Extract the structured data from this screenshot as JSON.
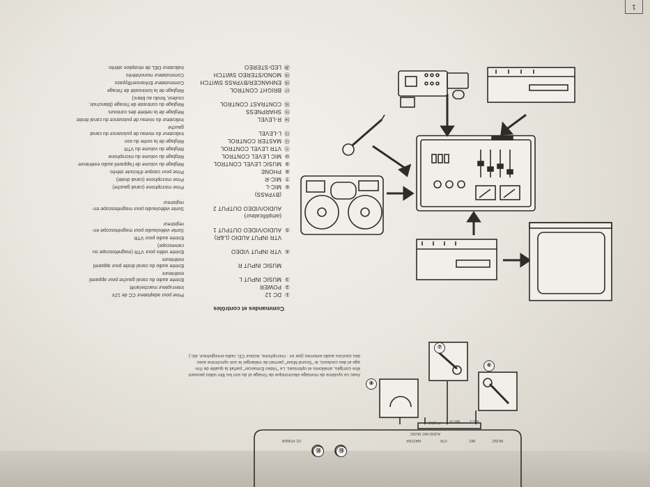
{
  "page_number": "1",
  "section_title": "Commandes et contrôles",
  "intro_lines": [
    "Avec ce système de montage électronique de l'image et du son les film vidéo peuvent",
    "être corrigés, améliorés et optimisés. Le \"Video Enhancer\" parfait la qualité de l'im-",
    "age et des couleurs, le \"Sound Mixer\" permet de mélanger le son synchrone avec",
    "des sources audio externes (par ex : microphone, lecteur CD, radio-enregistreur, etc.)"
  ],
  "controls": [
    {
      "num": "①",
      "label": "DC 12",
      "desc": [
        "Prise pour adaptateur CC de 12V"
      ]
    },
    {
      "num": "②",
      "label": "POWER",
      "desc": [
        "Interrupteur marche/arrêt"
      ]
    },
    {
      "num": "③",
      "label": "MUSIC INPUT L",
      "desc": [
        "Entrée audio du canal gauche pour appareil",
        "extérieure"
      ]
    },
    {
      "num": "",
      "label": "MUSIC INPUT R",
      "desc": [
        "Entrée audio du canal droite pour appareil",
        "extérieure"
      ]
    },
    {
      "num": "④",
      "label": "VTR INPUT VIDEO",
      "desc": [
        "Entrée vidéo pour VTR (magnétoscope ou",
        "camescope)"
      ]
    },
    {
      "num": "",
      "label": "VTR INPUT AUDIO (L&R)",
      "desc": [
        "Entrée audio pour VTR"
      ]
    },
    {
      "num": "⑤",
      "label": "AUDIO/VIDEO OUTPUT 1",
      "desc": [
        "Sortie vidéo/audio pour magnétoscope en-",
        "registreur"
      ]
    },
    {
      "num": "",
      "label": "(amplificateur)",
      "desc": []
    },
    {
      "num": "",
      "label": "AUDIO/VIDEO OUTPUT 2",
      "desc": [
        "Sortie vidéo/audio pour magnétoscope en-",
        "registreur"
      ]
    },
    {
      "num": "",
      "label": "(BYPASS)",
      "desc": []
    },
    {
      "num": "⑥",
      "label": "MIC-L",
      "desc": [
        "Prise microphone (canal gauche)"
      ]
    },
    {
      "num": "⑦",
      "label": "MIC-R",
      "desc": [
        "Prise microphone (canal droite)"
      ]
    },
    {
      "num": "⑧",
      "label": "PHONE",
      "desc": [
        "Prise pour casque d'écoute stéréo"
      ]
    },
    {
      "num": "⑨",
      "label": "MUSIC LEVEL CONTROL",
      "desc": [
        "Réglage du volume de l'appareil audio extérieure"
      ]
    },
    {
      "num": "⑩",
      "label": "MIC LEVEL CONTROL",
      "desc": [
        "Réglage du volume du microphone"
      ]
    },
    {
      "num": "⑪",
      "label": "VTR LEVEL CONTROL",
      "desc": [
        "Réglage du volume du VTR"
      ]
    },
    {
      "num": "⑫",
      "label": "MASTER CONTROL",
      "desc": [
        "Réglage de la sortie du son"
      ]
    },
    {
      "num": "⑬",
      "label": "L-LEVEL",
      "desc": [
        "Indicateur du niveau de puissance du canal",
        "gauche"
      ]
    },
    {
      "num": "⑭",
      "label": "R-LEVEL",
      "desc": [
        "Indicateur du niveau de puissance du canal droite"
      ]
    },
    {
      "num": "⑮",
      "label": "SHARPNESS",
      "desc": [
        "Réglage de la netteté des contours"
      ]
    },
    {
      "num": "⑯",
      "label": "CONTRAST CONTROL",
      "desc": [
        "Réglage du contraste de l'image (blanc/noir,",
        "couleur, fondu au blanc)"
      ]
    },
    {
      "num": "⑰",
      "label": "BRIGHT CONTROL",
      "desc": [
        "Réglage de la luminosité de l'image"
      ]
    },
    {
      "num": "⑱",
      "label": "ENHANCER/BYPASS SWITCH",
      "desc": [
        "Commutateur Enhancer/Bypass"
      ]
    },
    {
      "num": "⑲",
      "label": "MONO/STEREO SWITCH",
      "desc": [
        "Commutateur mono/stéréo"
      ]
    },
    {
      "num": "⑳",
      "label": "LED-STEREO",
      "desc": [
        "Indicateur DEL de réception stéréo"
      ]
    }
  ],
  "callouts": [
    "⑥",
    "⑦",
    "⑧",
    "⑱",
    "⑲"
  ],
  "panel_labels": [
    "MUSIC",
    "MIC",
    "VTR",
    "MASTER",
    "PHONE",
    "MIC-L",
    "MIC-R",
    "AUDIO MIC MUSIC",
    "DC POWER"
  ]
}
